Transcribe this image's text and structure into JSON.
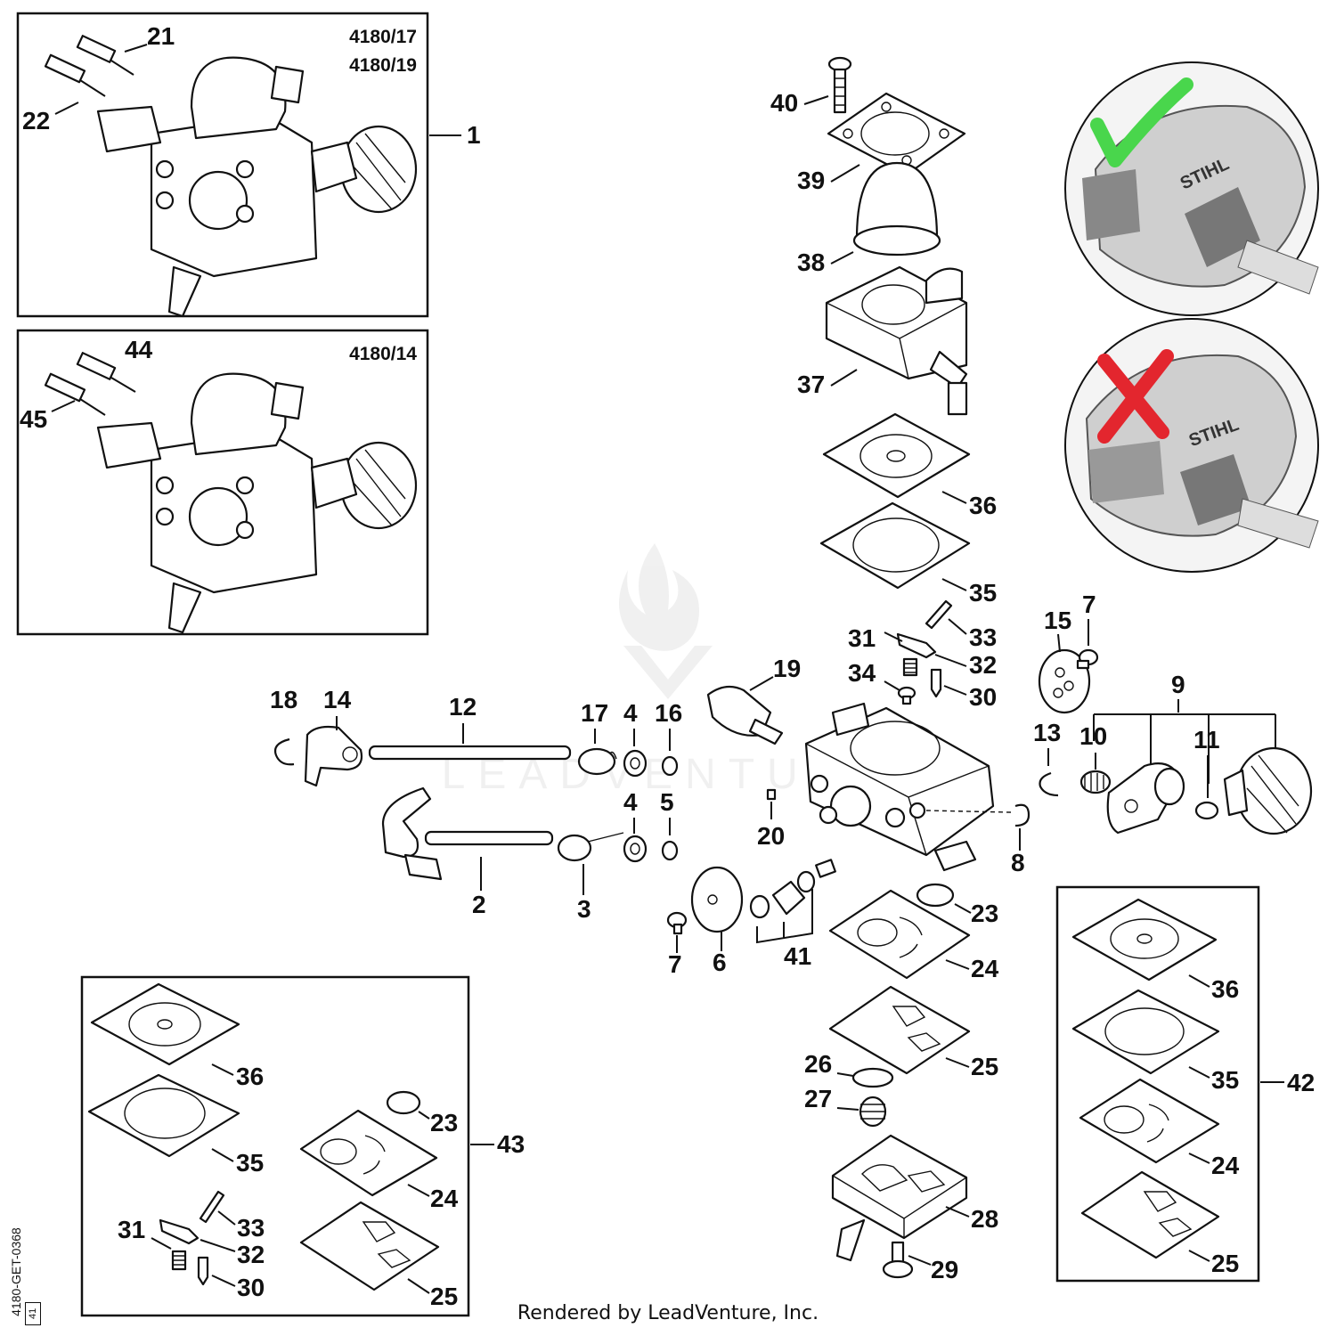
{
  "diagram": {
    "insets": [
      {
        "id": "inset-1",
        "codes": [
          "4180/17",
          "4180/19"
        ],
        "refs": [
          "21",
          "22",
          "1"
        ]
      },
      {
        "id": "inset-2",
        "codes": [
          "4180/14"
        ],
        "refs": [
          "44",
          "45"
        ]
      },
      {
        "id": "inset-43",
        "ref": "43",
        "refs": [
          "36",
          "35",
          "23",
          "24",
          "31",
          "33",
          "32",
          "30",
          "25"
        ]
      },
      {
        "id": "inset-42",
        "ref": "42",
        "refs": [
          "36",
          "35",
          "24",
          "25"
        ]
      }
    ],
    "engine_photos": [
      {
        "id": "correct",
        "mark": "check",
        "mark_color": "#49d64c",
        "brand": "STIHL"
      },
      {
        "id": "incorrect",
        "mark": "cross",
        "mark_color": "#e3262e",
        "brand": "STIHL"
      }
    ],
    "callouts": [
      "40",
      "39",
      "38",
      "37",
      "36",
      "35",
      "33",
      "32",
      "31",
      "34",
      "30",
      "19",
      "18",
      "14",
      "12",
      "17",
      "4",
      "16",
      "4",
      "5",
      "2",
      "3",
      "20",
      "15",
      "7",
      "9",
      "13",
      "10",
      "11",
      "8",
      "6",
      "41",
      "23",
      "24",
      "25",
      "26",
      "27",
      "28",
      "29",
      "7"
    ]
  },
  "footer": {
    "rendered_by": "Rendered by LeadVenture, Inc."
  },
  "drawing": {
    "id": "4180-GET-0368",
    "rev": "41"
  },
  "watermark": {
    "text": "LEADVENTURE"
  }
}
